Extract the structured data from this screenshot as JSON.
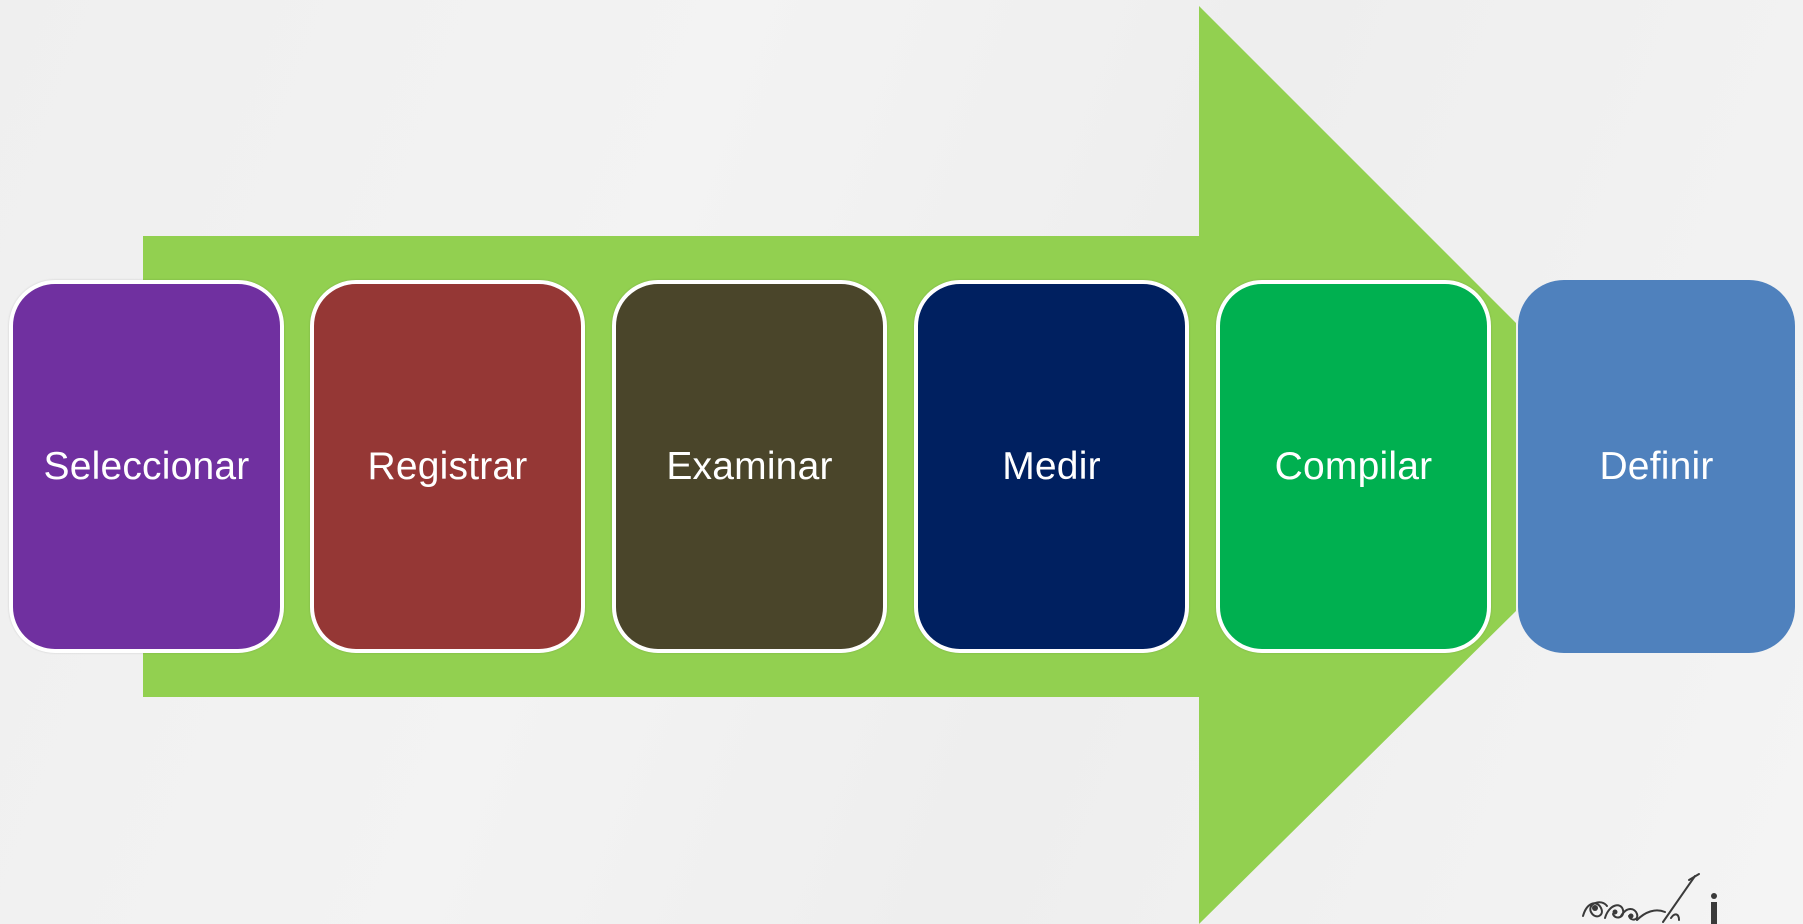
{
  "diagram": {
    "arrow_color": "#92d050",
    "steps": [
      {
        "label": "Seleccionar",
        "color": "#7030a0"
      },
      {
        "label": "Registrar",
        "color": "#953735"
      },
      {
        "label": "Examinar",
        "color": "#4a452a"
      },
      {
        "label": "Medir",
        "color": "#002060"
      },
      {
        "label": "Compilar",
        "color": "#00b050"
      },
      {
        "label": "Definir",
        "color": "#4f81bd"
      }
    ]
  },
  "logo": {
    "icon": "sketch-logo-icon"
  }
}
